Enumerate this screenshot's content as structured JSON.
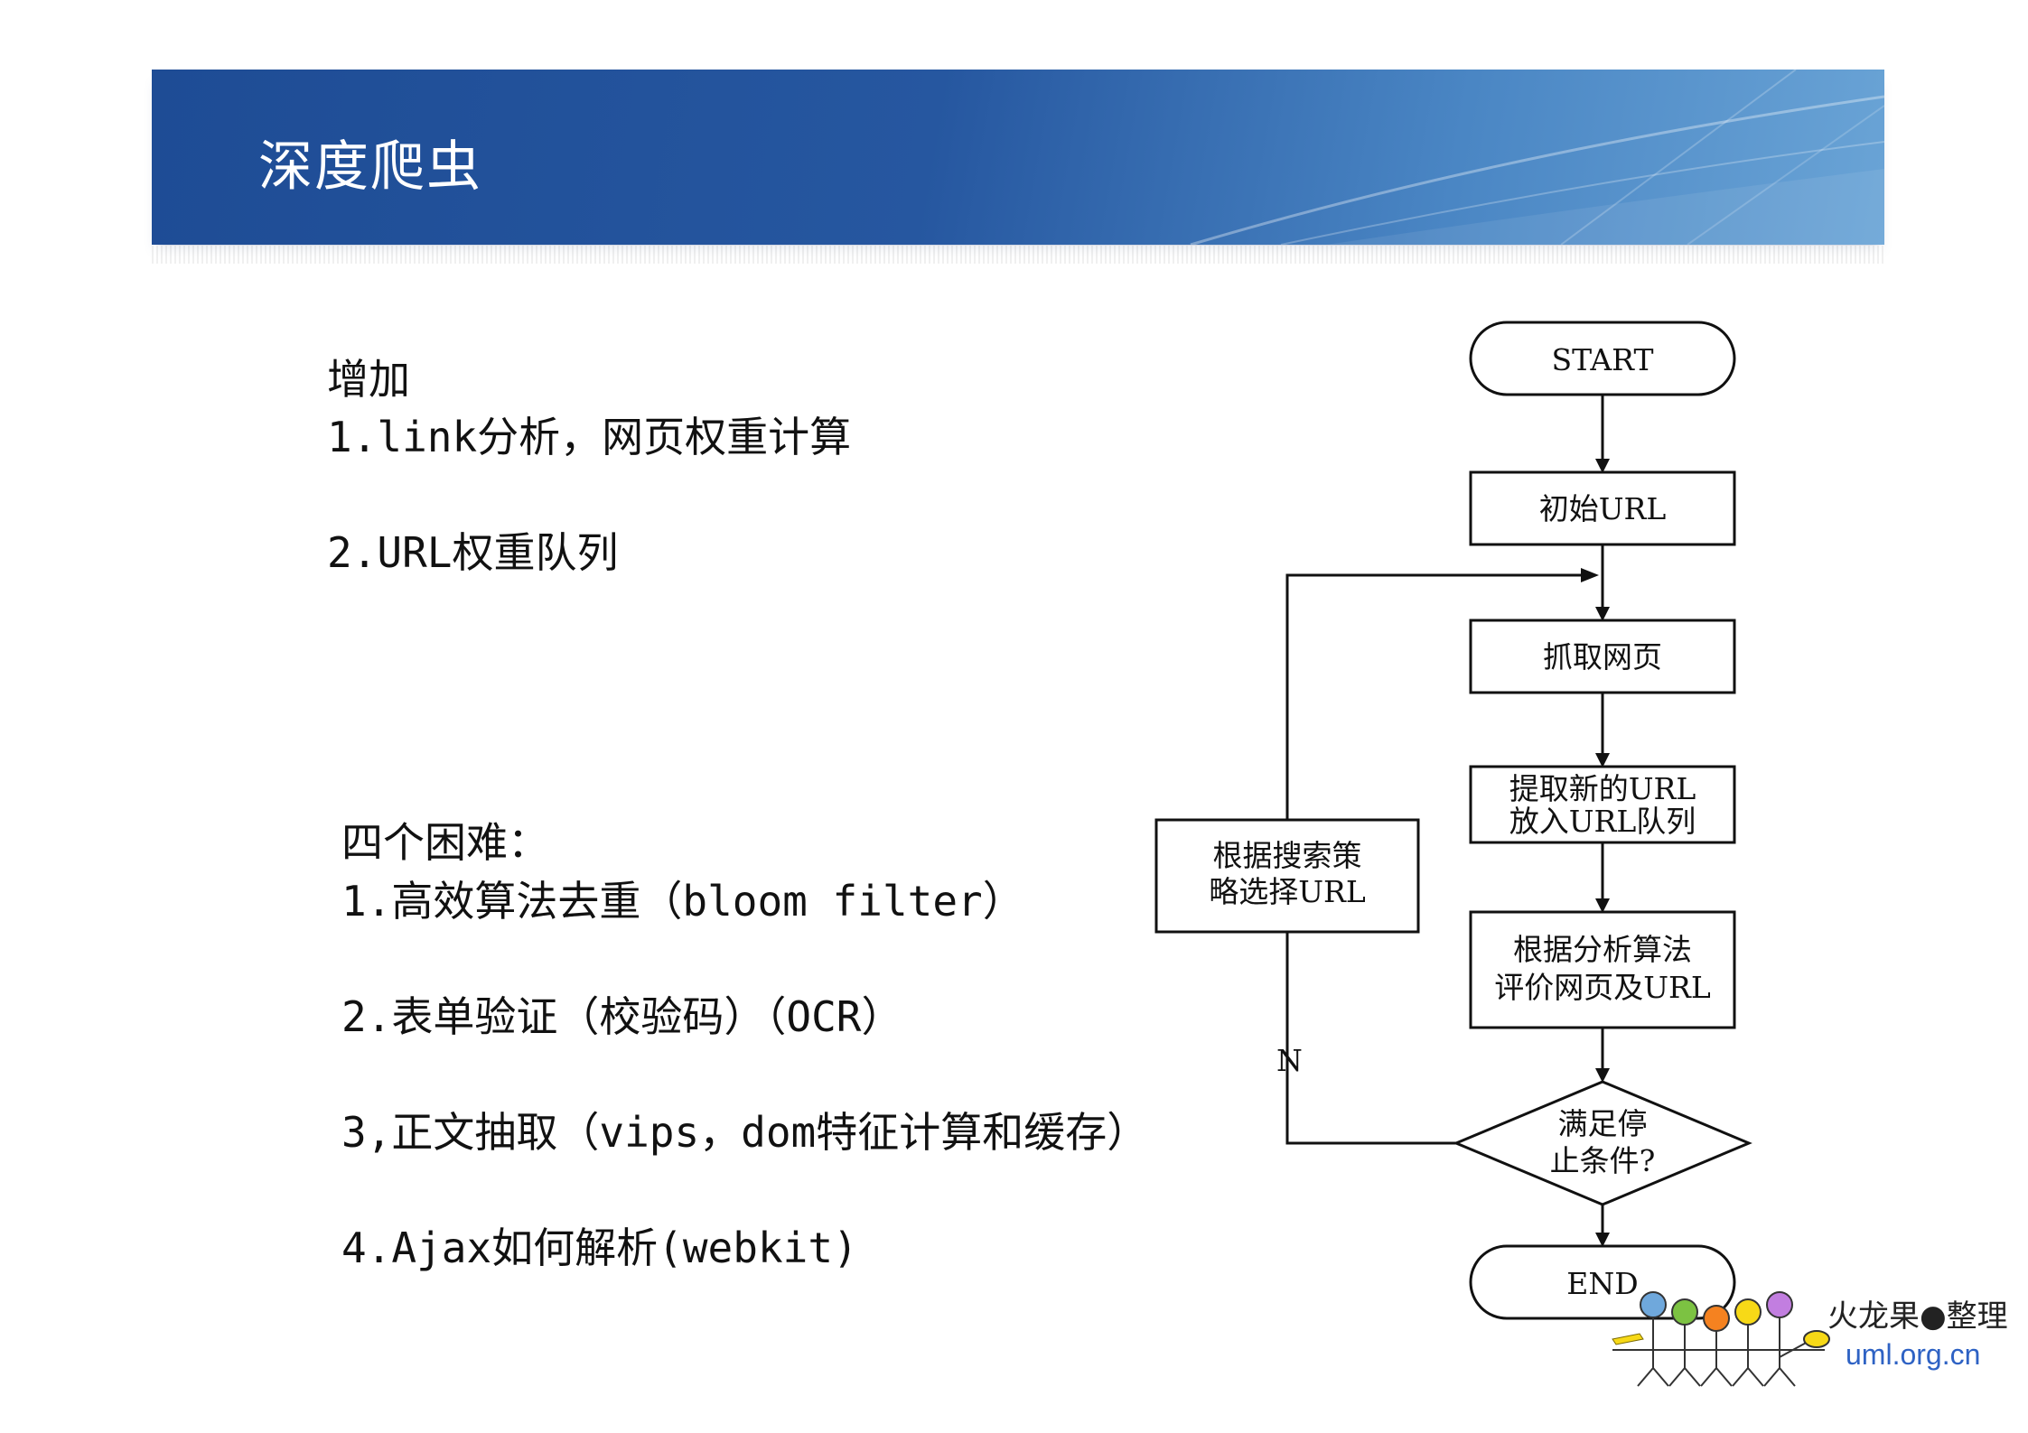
{
  "slide": {
    "title": "深度爬虫"
  },
  "additions": {
    "heading": "增加",
    "items": [
      "1.link分析，网页权重计算",
      "2.URL权重队列"
    ]
  },
  "difficulties": {
    "heading": "四个困难：",
    "items": [
      "1.高效算法去重（bloom filter）",
      "2.表单验证（校验码）（OCR）",
      "3,正文抽取（vips，dom特征计算和缓存）",
      "4.Ajax如何解析(webkit)"
    ]
  },
  "flowchart": {
    "start": "START",
    "init_url": "初始URL",
    "fetch": "抓取网页",
    "extract_line1": "提取新的URL",
    "extract_line2": "放入URL队列",
    "evaluate_line1": "根据分析算法",
    "evaluate_line2": "评价网页及URL",
    "decision_line1": "满足停",
    "decision_line2": "止条件?",
    "no_label": "N",
    "strategy_line1": "根据搜索策",
    "strategy_line2": "略选择URL",
    "end": "END"
  },
  "logo": {
    "title": "火龙果●整理",
    "url": "uml.org.cn",
    "dot_colors": [
      "#6fa8dc",
      "#7cc242",
      "#f58220",
      "#f7d917",
      "#c27ee0"
    ]
  }
}
